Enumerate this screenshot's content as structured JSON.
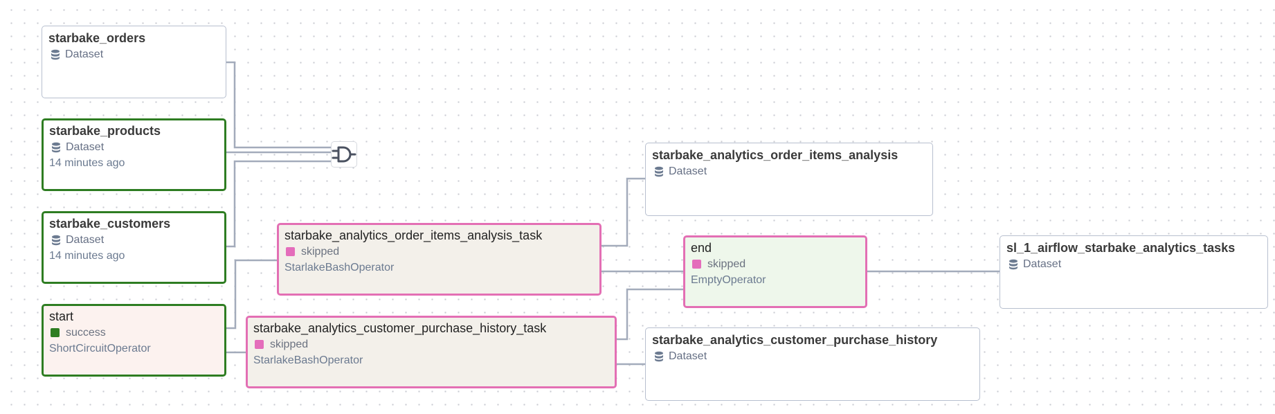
{
  "nodes": {
    "orders": {
      "title": "starbake_orders",
      "type": "Dataset"
    },
    "products": {
      "title": "starbake_products",
      "type": "Dataset",
      "updated": "14 minutes ago"
    },
    "customers": {
      "title": "starbake_customers",
      "type": "Dataset",
      "updated": "14 minutes ago"
    },
    "start": {
      "title": "start",
      "state": "success",
      "operator": "ShortCircuitOperator"
    },
    "order_items_task": {
      "title": "starbake_analytics_order_items_analysis_task",
      "state": "skipped",
      "operator": "StarlakeBashOperator"
    },
    "purchase_history_task": {
      "title": "starbake_analytics_customer_purchase_history_task",
      "state": "skipped",
      "operator": "StarlakeBashOperator"
    },
    "order_items_dataset": {
      "title": "starbake_analytics_order_items_analysis",
      "type": "Dataset"
    },
    "end": {
      "title": "end",
      "state": "skipped",
      "operator": "EmptyOperator"
    },
    "purchase_history_dataset": {
      "title": "starbake_analytics_customer_purchase_history",
      "type": "Dataset"
    },
    "sl_tasks": {
      "title": "sl_1_airflow_starbake_analytics_tasks",
      "type": "Dataset"
    }
  },
  "colors": {
    "success": "#2e7d22",
    "skipped": "#e46dbb",
    "edge": "#a3abbb",
    "dataset_border": "#b7bfcf"
  },
  "icons": {
    "dataset": "database-icon",
    "gate": "and-gate-icon"
  }
}
